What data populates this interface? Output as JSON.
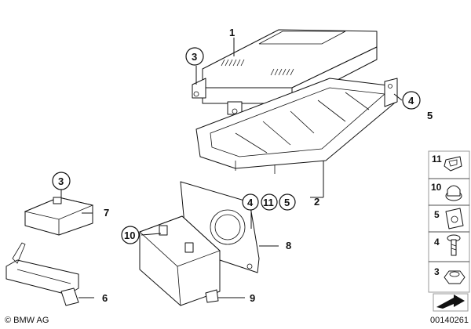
{
  "callouts": {
    "c1": "1",
    "c2": "2",
    "c3_top": "3",
    "c3_left": "3",
    "c4_right": "4",
    "c5_right": "5",
    "c4_mid": "4",
    "c11_mid": "11",
    "c5_mid": "5",
    "c6": "6",
    "c7": "7",
    "c8": "8",
    "c9": "9",
    "c10": "10"
  },
  "legend": {
    "items": [
      {
        "label": "11"
      },
      {
        "label": "10"
      },
      {
        "label": "5"
      },
      {
        "label": "4"
      },
      {
        "label": "3"
      }
    ]
  },
  "footer": {
    "copyright": "© BMW AG",
    "code": "00140261"
  }
}
